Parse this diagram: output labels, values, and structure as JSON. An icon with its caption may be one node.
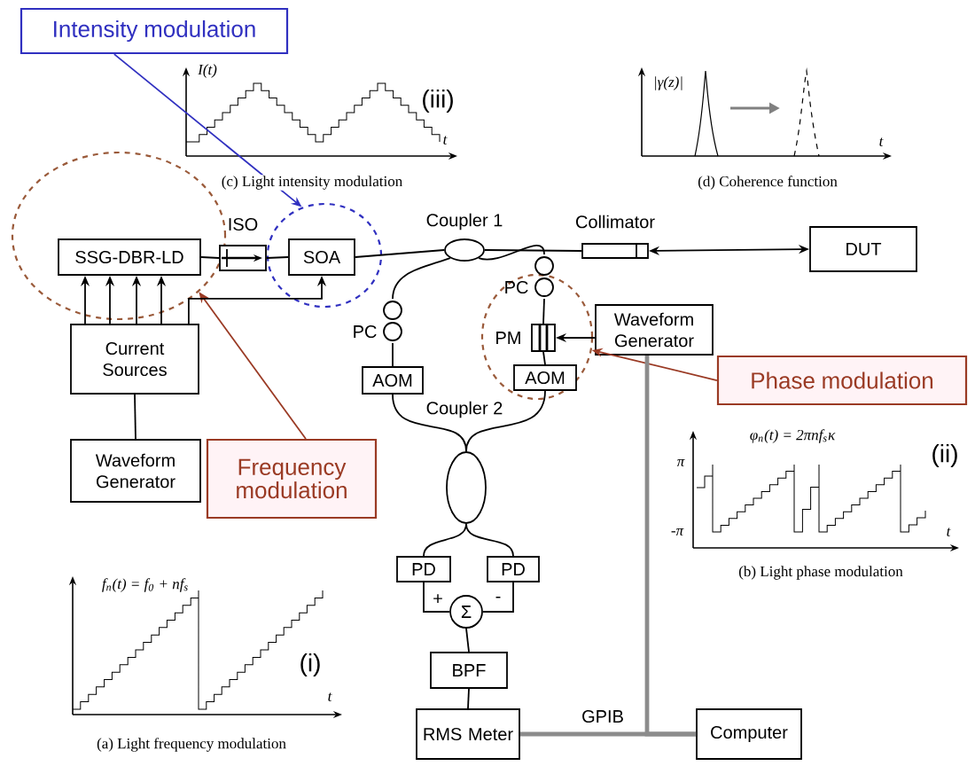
{
  "diagram": {
    "nodes": [
      {
        "text": [
          "Intensity modulation"
        ]
      },
      {
        "text": [],
        "shape": "circle"
      },
      {
        "text": [],
        "shape": "circle"
      },
      {
        "text": [
          "SSG-DBR-LD"
        ],
        "in": 1
      },
      {
        "text": [
          "ISO"
        ]
      },
      {
        "text": [
          "SOA"
        ],
        "in": 2
      },
      {
        "text": [
          "Coupler 1"
        ]
      },
      {
        "text": [
          "Collimator"
        ]
      },
      {
        "text": [
          "DUT"
        ]
      },
      {
        "text": [],
        "shape": "circle"
      },
      {
        "text": [
          "PC"
        ]
      },
      {
        "text": [
          "PC"
        ]
      },
      {
        "text": [
          "Current Sources"
        ]
      },
      {
        "text": [
          "PM"
        ],
        "in": 9
      },
      {
        "text": [
          "Waveform Generator"
        ]
      },
      {
        "text": [
          "AOM"
        ]
      },
      {
        "text": [
          "AOM"
        ],
        "in": 9
      },
      {
        "text": [
          "Phase modulation"
        ]
      },
      {
        "text": [
          "Waveform Generator"
        ]
      },
      {
        "text": [
          "Frequency modulation"
        ]
      },
      {
        "text": [
          "Coupler 2"
        ]
      },
      {
        "text": [
          "PD"
        ]
      },
      {
        "text": [
          "PD"
        ]
      },
      {
        "text": [
          "Σ"
        ]
      },
      {
        "text": [
          "BPF"
        ]
      },
      {
        "text": [
          "RMS Meter"
        ]
      },
      {
        "text": [
          "Computer"
        ]
      }
    ],
    "edges": [
      {
        "from": 0,
        "to": 2,
        "arrow": "to",
        "color": "#3030c0"
      },
      {
        "from": 19,
        "to": 1,
        "arrow": "to",
        "color": "#9a3a24"
      },
      {
        "from": 17,
        "to": 9,
        "arrow": "to",
        "color": "#9a3a24"
      },
      {
        "from": 3,
        "to": 4,
        "arrow": "none"
      },
      {
        "from": 4,
        "to": 5,
        "arrow": "none"
      },
      {
        "from": 5,
        "to": 6,
        "arrow": "none"
      },
      {
        "from": 6,
        "to": 7,
        "arrow": "none"
      },
      {
        "from": 7,
        "to": 8,
        "arrow": "both"
      },
      {
        "from": 12,
        "to": 3,
        "arrow": "to"
      },
      {
        "from": 12,
        "to": 3,
        "arrow": "to"
      },
      {
        "from": 12,
        "to": 3,
        "arrow": "to"
      },
      {
        "from": 12,
        "to": 3,
        "arrow": "to"
      },
      {
        "from": 12,
        "to": 5,
        "arrow": "to"
      },
      {
        "from": 18,
        "to": 12,
        "arrow": "none"
      },
      {
        "from": 6,
        "to": 11,
        "arrow": "none"
      },
      {
        "from": 11,
        "to": 15,
        "arrow": "none"
      },
      {
        "from": 15,
        "to": 20,
        "arrow": "none"
      },
      {
        "from": 6,
        "to": 10,
        "arrow": "none"
      },
      {
        "from": 10,
        "to": 13,
        "arrow": "none"
      },
      {
        "from": 13,
        "to": 16,
        "arrow": "none"
      },
      {
        "from": 16,
        "to": 20,
        "arrow": "none"
      },
      {
        "from": 14,
        "to": 13,
        "arrow": "to"
      },
      {
        "from": 20,
        "to": 21,
        "arrow": "none"
      },
      {
        "from": 20,
        "to": 22,
        "arrow": "none"
      },
      {
        "from": 21,
        "to": 23,
        "arrow": "none",
        "label": "+"
      },
      {
        "from": 22,
        "to": 23,
        "arrow": "none",
        "label": "-"
      },
      {
        "from": 23,
        "to": 24,
        "arrow": "none"
      },
      {
        "from": 24,
        "to": 25,
        "arrow": "none"
      },
      {
        "from": 25,
        "to": 26,
        "arrow": "none",
        "label": "GPIB",
        "style": "thick",
        "color": "#8c8c8c"
      },
      {
        "from": 14,
        "to": 26,
        "arrow": "none",
        "style": "thick",
        "color": "#8c8c8c"
      }
    ],
    "labels": [
      "I(t)",
      "(iii)",
      "t",
      "|γ(z)|",
      "t",
      "(c) Light intensity modulation",
      "(d) Coherence function",
      "φ$_{n}$(t) = 2πnf$_{s}$κ",
      "(ii)",
      "π",
      "-π",
      "t",
      "(b) Light phase modulation",
      "f$_{n}$(t) = f$_{0}$ + nf$_{s}$",
      "(i)",
      "t",
      "(a) Light frequency modulation"
    ]
  }
}
